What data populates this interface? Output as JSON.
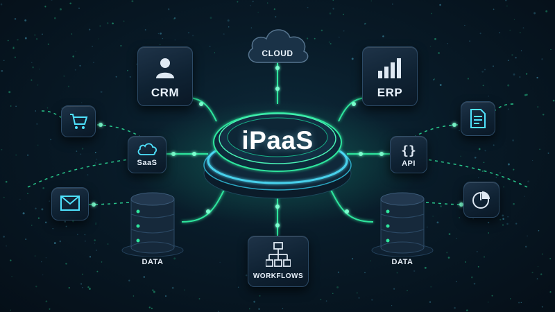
{
  "hub": {
    "title": "iPaaS"
  },
  "nodes": {
    "cloud": "CLOUD",
    "crm": "CRM",
    "erp": "ERP",
    "saas": "SaaS",
    "api": "API",
    "data_left": "DATA",
    "data_right": "DATA",
    "workflows": "WORKFLOWS"
  },
  "colors": {
    "accent_green": "#2ee59d",
    "accent_cyan": "#4fe3ff",
    "background": "#081a27",
    "tile": "#13283c"
  },
  "icons": [
    "user-icon",
    "bar-chart-icon",
    "cart-icon",
    "document-icon",
    "cloud-icon",
    "code-braces-icon",
    "mail-icon",
    "pie-chart-icon",
    "database-icon",
    "workflow-icon"
  ]
}
